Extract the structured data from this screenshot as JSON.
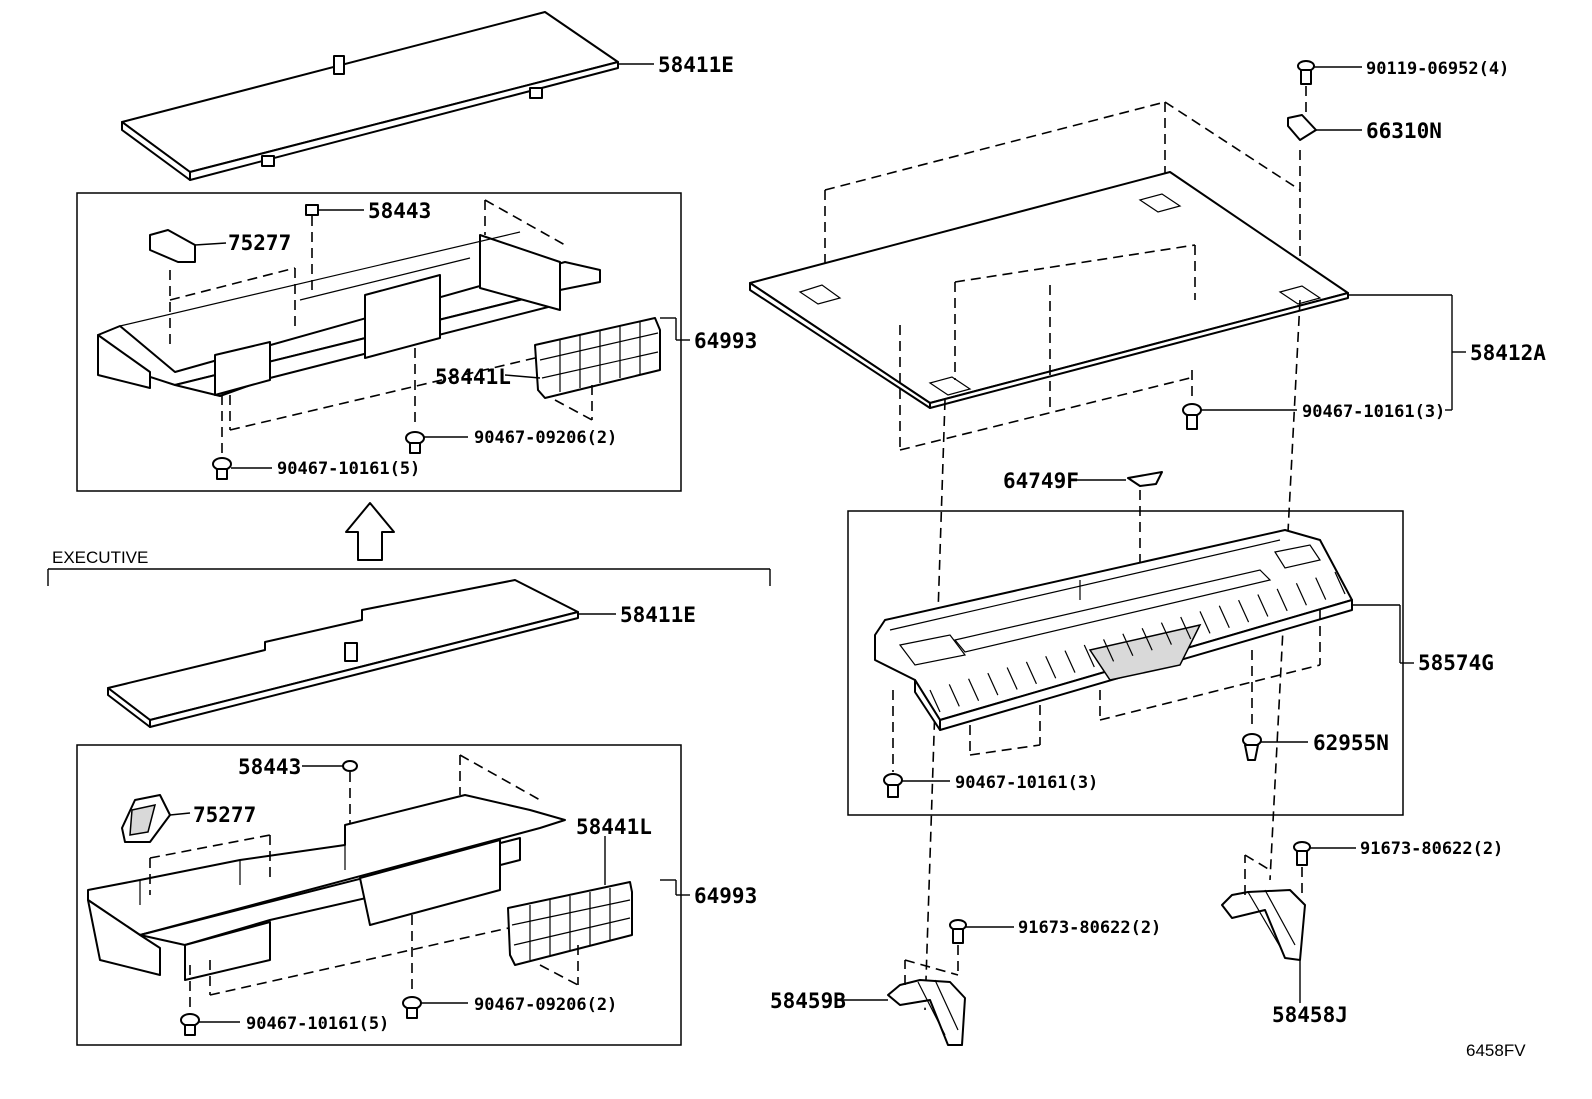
{
  "diagram": {
    "section_label": "EXECUTIVE",
    "figure_code": "6458FV",
    "parts": {
      "tray_cover_upper": "58411E",
      "clip_upper": "58443",
      "hook_upper": "75277",
      "tray_upper": "64993",
      "lid_upper": "58441L",
      "clip_a_upper": "90467-09206(2)",
      "clip_b_upper": "90467-10161(5)",
      "tray_cover_lower": "58411E",
      "clip_lower": "58443",
      "hook_lower": "75277",
      "lid_lower": "58441L",
      "tray_lower": "64993",
      "clip_a_lower": "90467-09206(2)",
      "clip_b_lower": "90467-10161(5)",
      "bolt_top": "90119-06952(4)",
      "nut_top": "66310N",
      "deck_board": "58412A",
      "clip_deck": "90467-10161(3)",
      "tag": "64749F",
      "scuff_plate": "58574G",
      "fastener_scuff": "62955N",
      "clip_scuff": "90467-10161(3)",
      "bolt_right": "91673-80622(2)",
      "bolt_left": "91673-80622(2)",
      "bracket_left": "58459B",
      "bracket_right": "58458J"
    }
  }
}
